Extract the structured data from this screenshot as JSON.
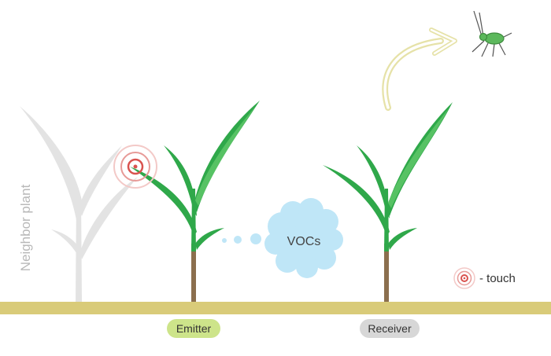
{
  "labels": {
    "neighbor": "Neighbor plant",
    "emitter": "Emitter",
    "receiver": "Receiver",
    "vocs": "VOCs",
    "touch_legend": "- touch"
  },
  "colors": {
    "ground": "#d9cb79",
    "leaf_dark": "#2fa84a",
    "leaf_light": "#57c264",
    "stem": "#8b6f4e",
    "neighbor": "#e3e3e3",
    "cloud": "#bfe6f7",
    "cloud_dots": "#bfe6f7",
    "emitter_badge": "#cde48a",
    "receiver_badge": "#d7d7d7",
    "touch_ring": "#d9534f",
    "arrow": "#e6e2a8",
    "insect": "#5cb85c"
  },
  "icons": {
    "touch": "touch-target-icon",
    "arrow": "curved-arrow-icon",
    "insect": "aphid-insect-icon",
    "cloud": "voc-cloud-icon"
  }
}
